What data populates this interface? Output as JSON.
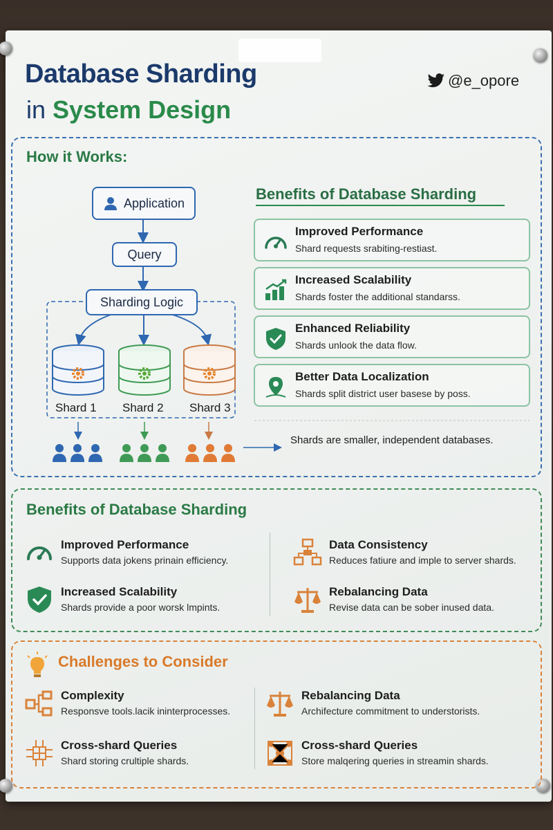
{
  "header": {
    "title_line1": "Database Sharding",
    "title_line2_prefix": "in",
    "title_line2_emphasis": "System Design",
    "handle": "@e_opore"
  },
  "how_it_works": {
    "title": "How it Works:",
    "application": "Application",
    "query": "Query",
    "sharding_logic": "Sharding Logic",
    "shards": [
      "Shard 1",
      "Shard 2",
      "Shard 3"
    ],
    "note": "Shards are smaller, independent databases."
  },
  "benefits_panel": {
    "title": "Benefits of Database Sharding",
    "items": [
      {
        "title": "Improved Performance",
        "desc": "Shard requests srabiting-restiast.",
        "icon": "speedometer-icon"
      },
      {
        "title": "Increased Scalability",
        "desc": "Shards foster the additional standarss.",
        "icon": "growth-chart-icon"
      },
      {
        "title": "Enhanced Reliability",
        "desc": "Shards unlook the data flow.",
        "icon": "shield-check-icon"
      },
      {
        "title": "Better Data Localization",
        "desc": "Shards split district user basese by poss.",
        "icon": "location-pin-icon"
      }
    ]
  },
  "benefits_section": {
    "title": "Benefits of Database Sharding",
    "left": [
      {
        "title": "Improved Performance",
        "desc": "Supports data jokens prinain efficiency.",
        "icon": "speedometer-icon"
      },
      {
        "title": "Increased Scalability",
        "desc": "Shards provide a poor worsk lmpints.",
        "icon": "shield-check-icon"
      }
    ],
    "right": [
      {
        "title": "Data Consistency",
        "desc": "Reduces fatiure and imple to server shards.",
        "icon": "network-icon"
      },
      {
        "title": "Rebalancing Data",
        "desc": "Revise data can be sober inused data.",
        "icon": "scale-icon"
      }
    ]
  },
  "challenges": {
    "title": "Challenges to Consider",
    "left": [
      {
        "title": "Complexity",
        "desc": "Responsve tools.lacik ininterprocesses.",
        "icon": "flowchart-icon"
      },
      {
        "title": "Cross-shard Queries",
        "desc": "Shard storing crultiple shards.",
        "icon": "grid-network-icon"
      }
    ],
    "right": [
      {
        "title": "Rebalancing Data",
        "desc": "Archifecture commitment to understorists.",
        "icon": "scale-icon"
      },
      {
        "title": "Cross-shard Queries",
        "desc": "Store malqering queries in streamin shards.",
        "icon": "node-cluster-icon"
      }
    ]
  },
  "colors": {
    "navy": "#1b3a6b",
    "green": "#2a8a4a",
    "blue": "#2f67b1",
    "orange": "#d9823a",
    "shard1": "#2f67b1",
    "shard2": "#3f9a55",
    "shard3": "#c97a45"
  }
}
